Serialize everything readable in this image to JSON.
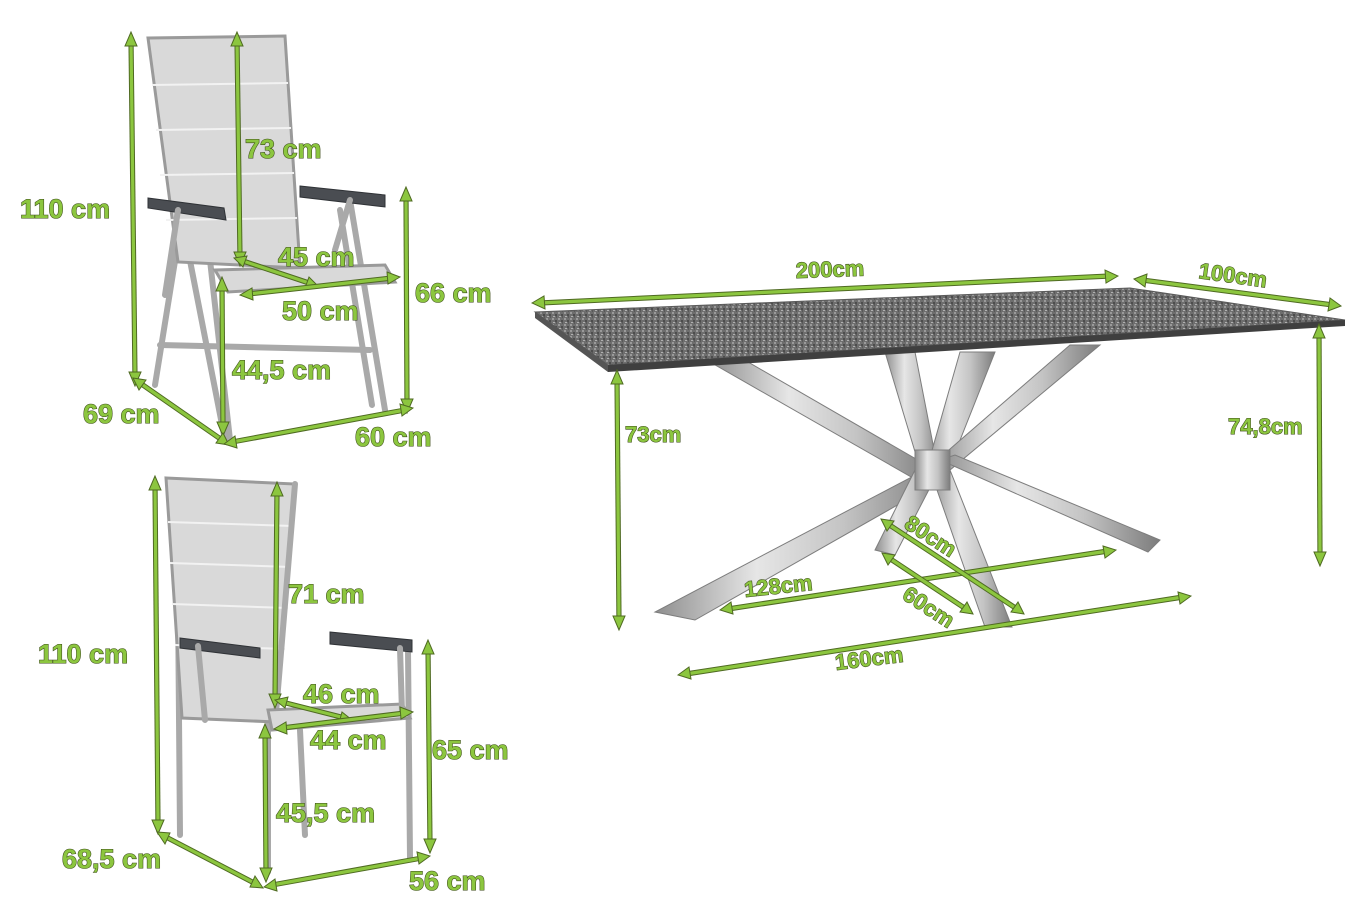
{
  "dimensions": {
    "chair1": {
      "height": "110 cm",
      "backrest": "73 cm",
      "seat_depth": "45 cm",
      "seat_width": "50 cm",
      "arm_height": "66 cm",
      "seat_height": "44,5 cm",
      "depth": "69 cm",
      "width": "60 cm"
    },
    "chair2": {
      "height": "110 cm",
      "backrest": "71 cm",
      "seat_depth": "46 cm",
      "seat_width": "44 cm",
      "arm_height": "65 cm",
      "seat_height": "45,5 cm",
      "depth": "68,5 cm",
      "width": "56 cm"
    },
    "table": {
      "length": "200cm",
      "width": "100cm",
      "height": "73cm",
      "height_corner": "74,8cm",
      "leg_span_long": "128cm",
      "leg_diag_a": "80cm",
      "leg_diag_b": "60cm",
      "base_length": "160cm"
    }
  },
  "colors": {
    "label": "#8cc63f",
    "label_outline": "#3c4a1a",
    "steel": "#b8b8b8",
    "tabletop": "#6b6b6b",
    "fabric": "#d9d9d9",
    "armrest": "#4a4d52"
  }
}
